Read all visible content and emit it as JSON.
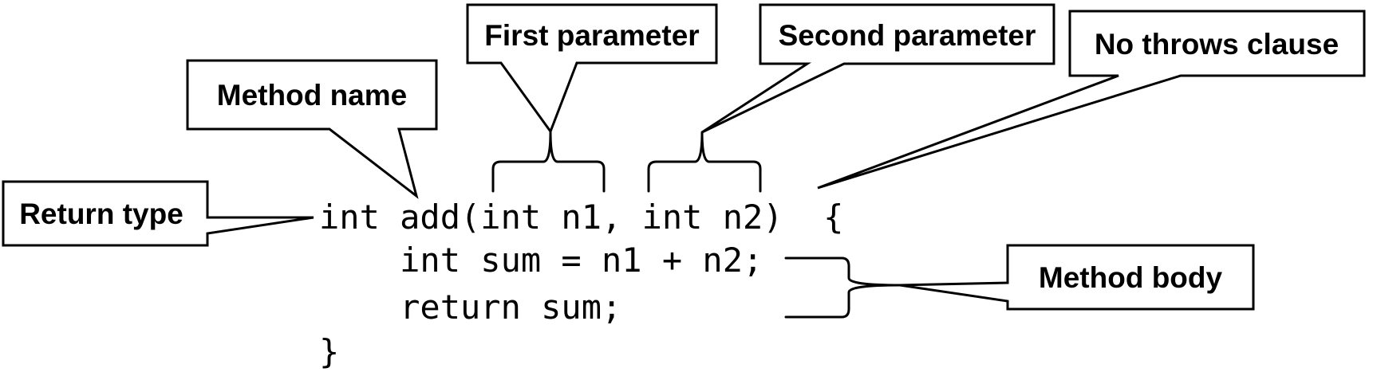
{
  "code": {
    "lines": [
      "int add(int n1, int n2)  {",
      "    int sum = n1 + n2;",
      "    return sum;",
      "}"
    ]
  },
  "callouts": {
    "method_name": "Method name",
    "first_parameter": "First parameter",
    "second_parameter": "Second parameter",
    "no_throws_clause": "No throws clause",
    "return_type": "Return type",
    "method_body": "Method body"
  }
}
